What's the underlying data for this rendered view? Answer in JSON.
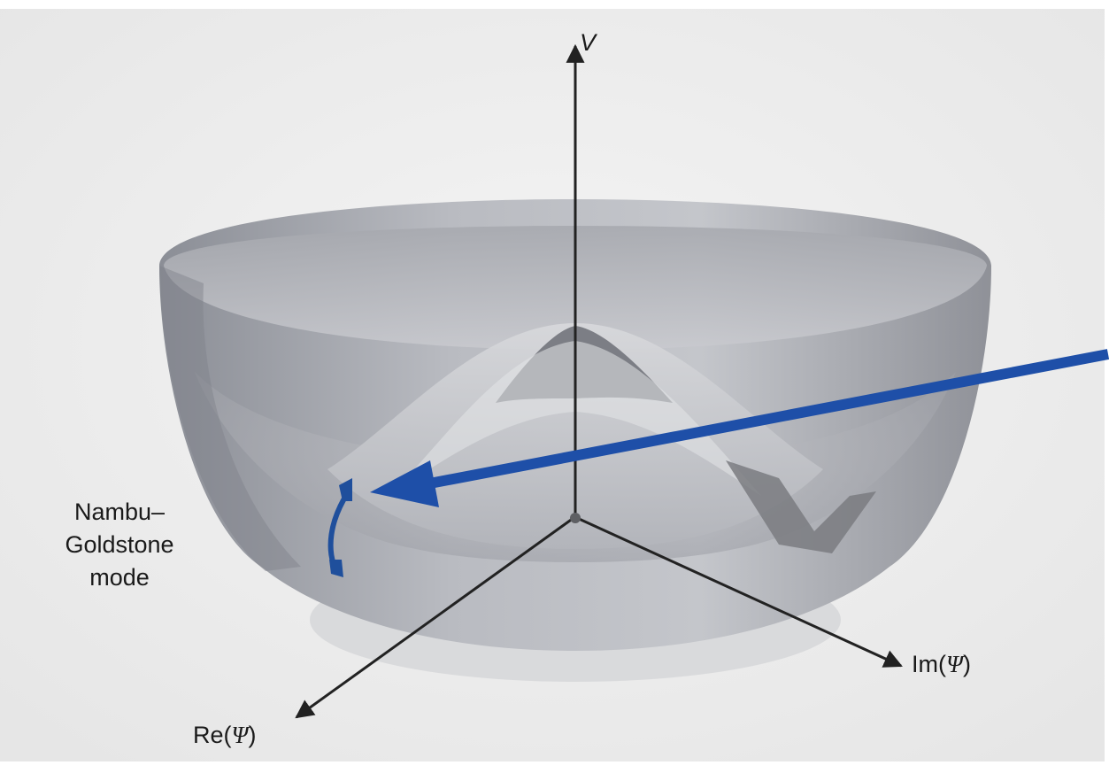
{
  "labels": {
    "axis_v": "V",
    "axis_im_prefix": "Im(",
    "axis_im_symbol": "Ψ",
    "axis_im_suffix": ")",
    "axis_re_prefix": "Re(",
    "axis_re_symbol": "Ψ",
    "axis_re_suffix": ")",
    "goldstone_line1": "Nambu–",
    "goldstone_line2": "Goldstone",
    "goldstone_line3": "mode"
  },
  "colors": {
    "background_panel": "#eeeeee",
    "surface": "#9a9ca4",
    "axis": "#222222",
    "highlight_arrow": "#1e4fa8",
    "goldstone_mode": "#1f4f9c"
  }
}
